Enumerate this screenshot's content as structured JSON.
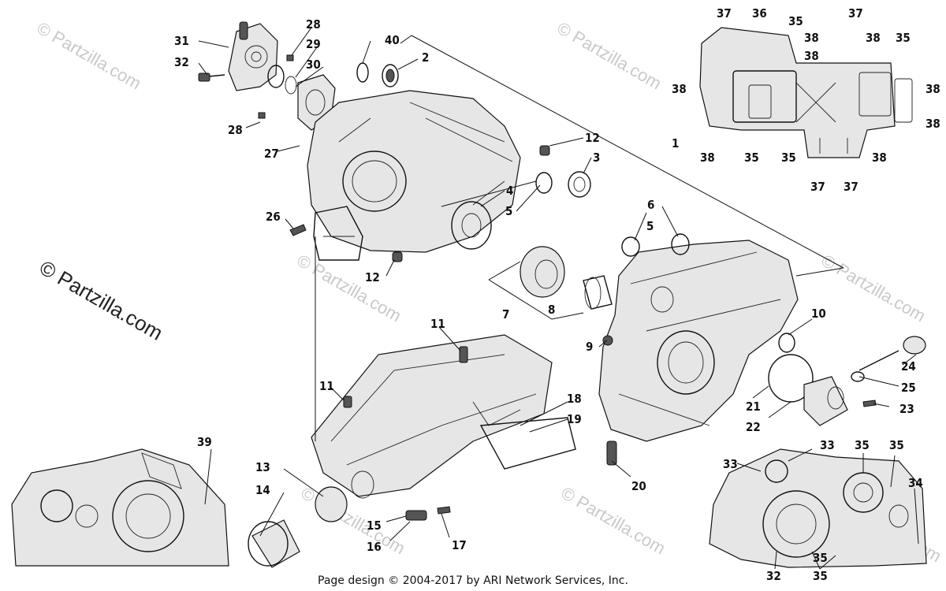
{
  "watermark": {
    "text": "© Partzilla.com",
    "color": "#c9c9c9"
  },
  "footer": {
    "text": "Page design © 2004-2017 by ARI Network Services, Inc."
  },
  "callouts": {
    "c1": "1",
    "c2": "2",
    "c3": "3",
    "c4": "4",
    "c5a": "5",
    "c5b": "5",
    "c6": "6",
    "c7": "7",
    "c8": "8",
    "c9": "9",
    "c10": "10",
    "c11a": "11",
    "c11b": "11",
    "c12a": "12",
    "c12b": "12",
    "c13": "13",
    "c14": "14",
    "c15": "15",
    "c16": "16",
    "c17": "17",
    "c18": "18",
    "c19": "19",
    "c20": "20",
    "c21": "21",
    "c22": "22",
    "c23": "23",
    "c24": "24",
    "c25": "25",
    "c26": "26",
    "c27": "27",
    "c28a": "28",
    "c28b": "28",
    "c29": "29",
    "c30": "30",
    "c31": "31",
    "c32a": "32",
    "c32b": "32",
    "c33a": "33",
    "c33b": "33",
    "c34": "34",
    "c35a": "35",
    "c35b": "35",
    "c35c": "35",
    "c35d": "35",
    "c35e": "35",
    "c35f": "35",
    "c35g": "35",
    "c35h": "35",
    "c36": "36",
    "c37a": "37",
    "c37b": "37",
    "c37c": "37",
    "c37d": "37",
    "c38a": "38",
    "c38b": "38",
    "c38c": "38",
    "c38d": "38",
    "c38e": "38",
    "c38f": "38",
    "c38g": "38",
    "c38h": "38",
    "c39": "39",
    "c40": "40"
  }
}
